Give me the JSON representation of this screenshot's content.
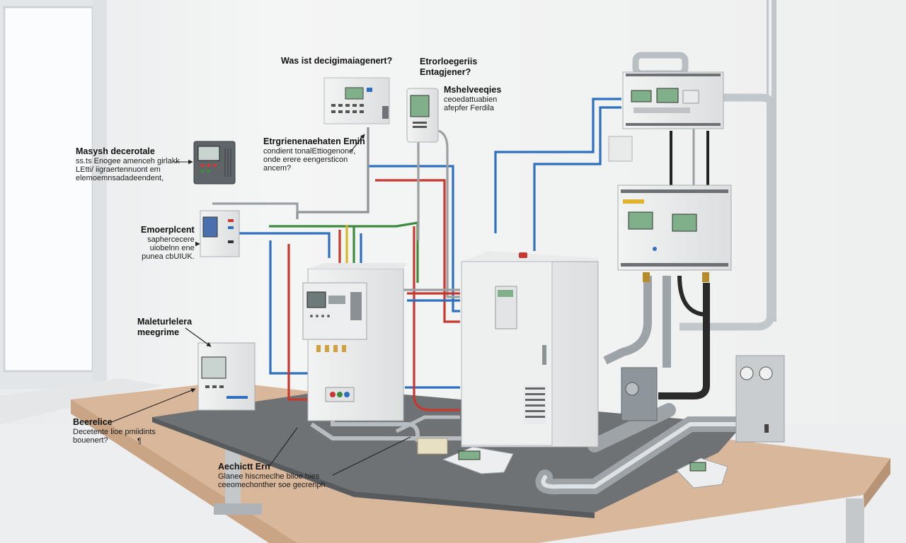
{
  "labels": {
    "top_question": "Was ist decigimaiagenert?",
    "top_right_title": "Etrorloegeriis\nEntagjener?",
    "display_title": "Mshelveeqies",
    "display_body": "ceoedattuabien\nafepfer Ferdila",
    "mid_title": "Etrgrienenaehaten Emih",
    "mid_body": "condient tonalEttiogenone,\nonde erere eengersticon\nancem?",
    "left_top_title": "Masysh decerotale",
    "left_top_body": "ss.ts Enogee amenceh girlakk\nLEtti/ iigraertennuont em\nelemoemnsadadeendent,",
    "left_mid_title": "Emoerplcent",
    "left_mid_body": "saphercecere\nuiobelnn ene\npunea cbUIUK.",
    "left_low_title": "Maleturlelera\nmeegrime",
    "bottom_left_title": "Beerelice",
    "bottom_left_body": "Decetente lioe pmiidints\nbouenert?",
    "bottom_left_mark": "¶",
    "bottom_mid_title": "Aechictt Ern",
    "bottom_mid_body": "Glanee hiscmeclhe blioe hies\nceeomechonther soe gecrenph"
  },
  "colors": {
    "wall": "#f1f2f3",
    "pipe_blue": "#2f6fc0",
    "pipe_red": "#c8382f",
    "pipe_green": "#3e8a3e",
    "pipe_yellow": "#d6b42c",
    "lcd": "#7fb08a",
    "table_top": "#d8b79a"
  },
  "icons": [
    "arrow-icon",
    "lcd-display-icon",
    "vent-grille-icon",
    "knob-icon"
  ]
}
